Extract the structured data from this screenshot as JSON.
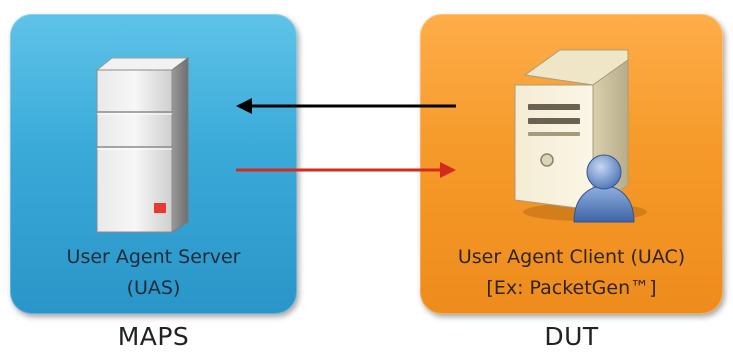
{
  "left_panel": {
    "title_line1": "User Agent Server",
    "title_line2": "(UAS)",
    "caption": "MAPS",
    "color": "#3aaad9",
    "icon": "server-tower-icon"
  },
  "right_panel": {
    "title_line1": "User Agent Client (UAC)",
    "title_line2": "[Ex: PacketGen™]",
    "caption": "DUT",
    "color": "#f59a2a",
    "icon": "client-computer-with-user-icon"
  },
  "arrows": [
    {
      "from": "right_panel",
      "to": "left_panel",
      "color": "#000000"
    },
    {
      "from": "left_panel",
      "to": "right_panel",
      "color": "#d42a1c"
    }
  ]
}
